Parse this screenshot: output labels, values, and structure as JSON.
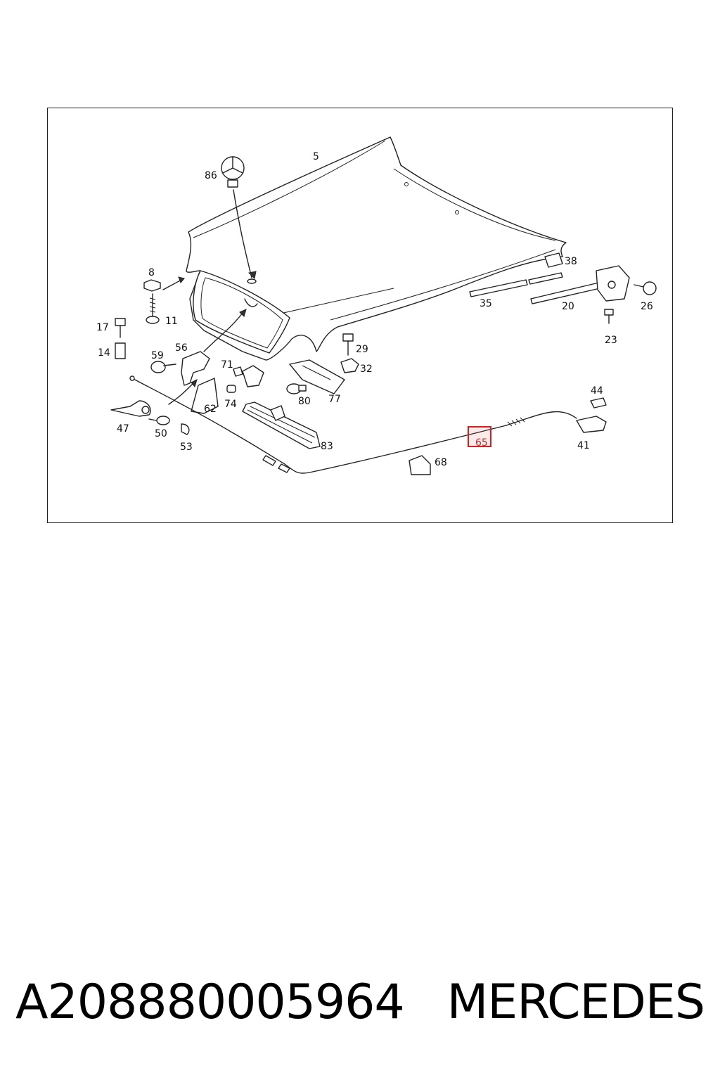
{
  "diagram": {
    "callouts": {
      "c5": "5",
      "c86": "86",
      "c8": "8",
      "c11": "11",
      "c17": "17",
      "c14": "14",
      "c59": "59",
      "c56": "56",
      "c71": "71",
      "c74": "74",
      "c62": "62",
      "c47": "47",
      "c50": "50",
      "c53": "53",
      "c80": "80",
      "c77": "77",
      "c29": "29",
      "c32": "32",
      "c83": "83",
      "c38": "38",
      "c35": "35",
      "c20": "20",
      "c26": "26",
      "c23": "23",
      "c44": "44",
      "c41": "41",
      "c68": "68",
      "c65": "65"
    },
    "highlighted_part": "65",
    "highlight_color": "#d62020"
  },
  "footer": {
    "part_number": "A208880005964",
    "brand": "MERCEDES"
  }
}
